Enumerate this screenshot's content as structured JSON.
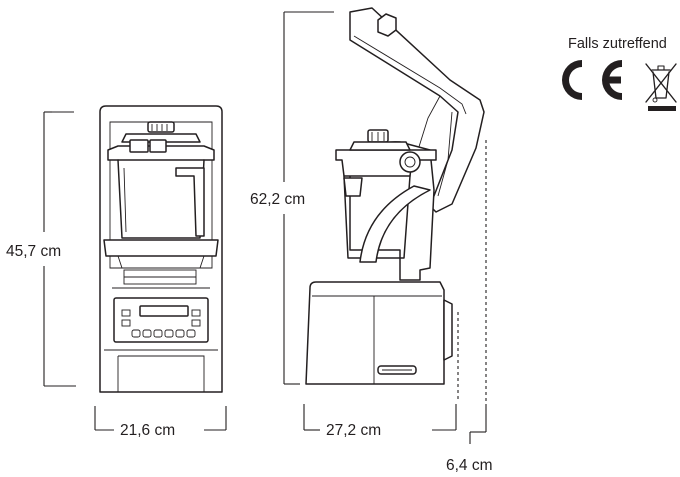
{
  "note": {
    "text": "Falls zutreffend"
  },
  "marks": {
    "ce": "CE",
    "weee": "weee-crossed-bin-icon"
  },
  "dimensions": {
    "front_height": "45,7 cm",
    "front_width": "21,6 cm",
    "side_height": "62,2 cm",
    "side_depth": "27,2 cm",
    "side_extra": "6,4 cm"
  },
  "colors": {
    "ink": "#231f20",
    "background": "#ffffff"
  }
}
